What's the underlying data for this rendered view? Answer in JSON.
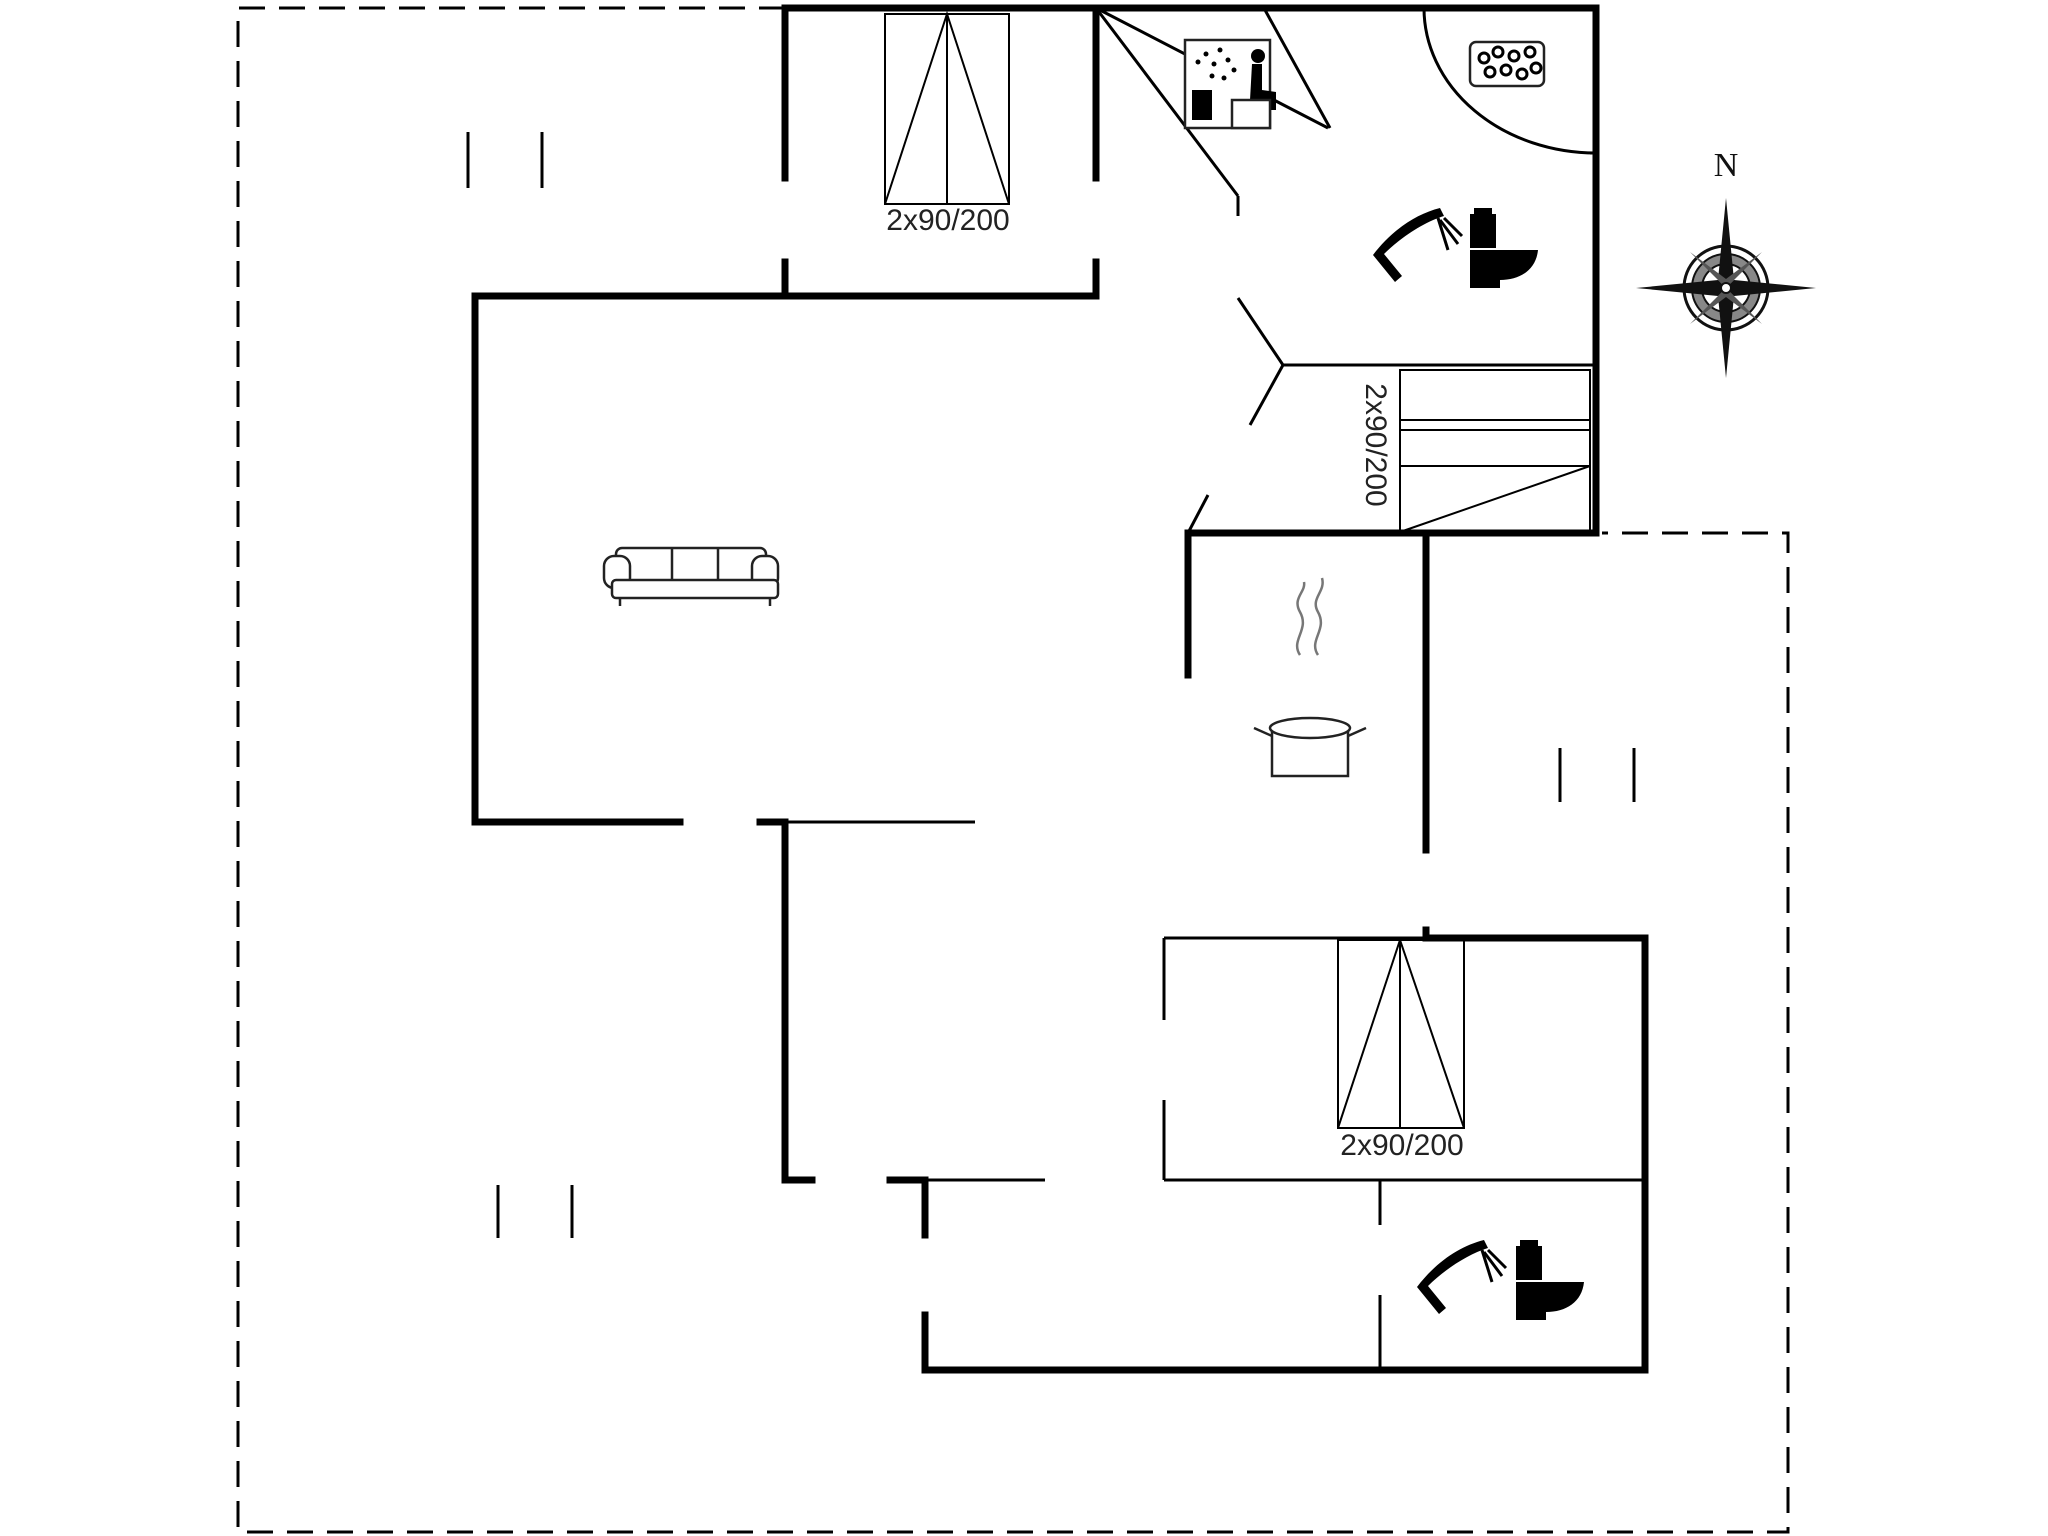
{
  "plan": {
    "bed_labels": [
      "2x90/200",
      "2x90/200",
      "2x90/200"
    ],
    "compass_label": "N",
    "icons": [
      "sofa-icon",
      "kitchen-pot-icon",
      "sauna-icon",
      "whirlpool-icon",
      "shower-icon",
      "toilet-icon",
      "compass-icon"
    ]
  }
}
